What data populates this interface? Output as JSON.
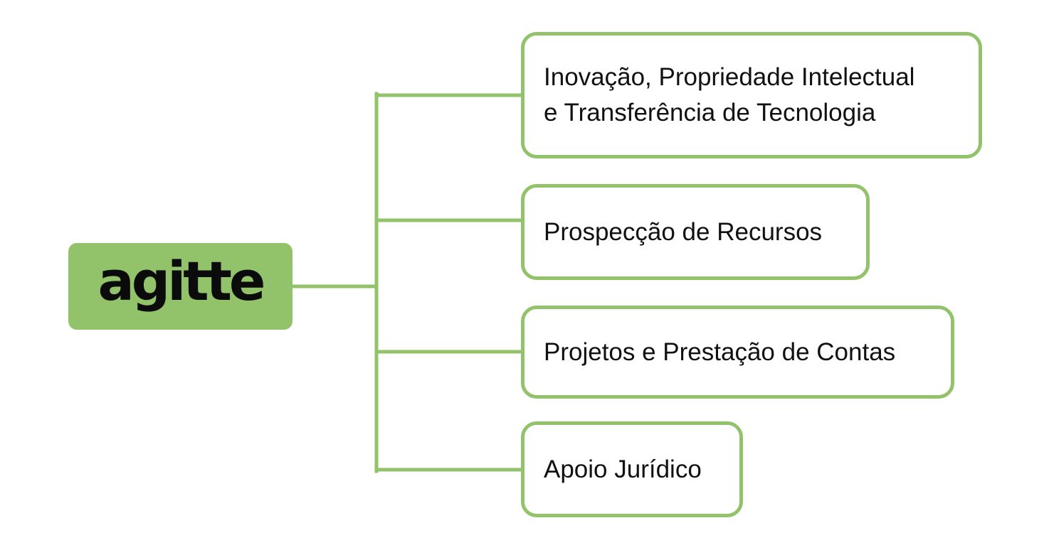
{
  "diagram": {
    "root": {
      "label": "agitte"
    },
    "children": [
      {
        "label": "Inovação, Propriedade Intelectual\ne Transferência de Tecnologia"
      },
      {
        "label": "Prospecção de Recursos"
      },
      {
        "label": "Projetos e Prestação de Contas"
      },
      {
        "label": "Apoio Jurídico"
      }
    ]
  },
  "colors": {
    "accent": "#92c36a",
    "text": "#111111",
    "background": "#ffffff"
  }
}
